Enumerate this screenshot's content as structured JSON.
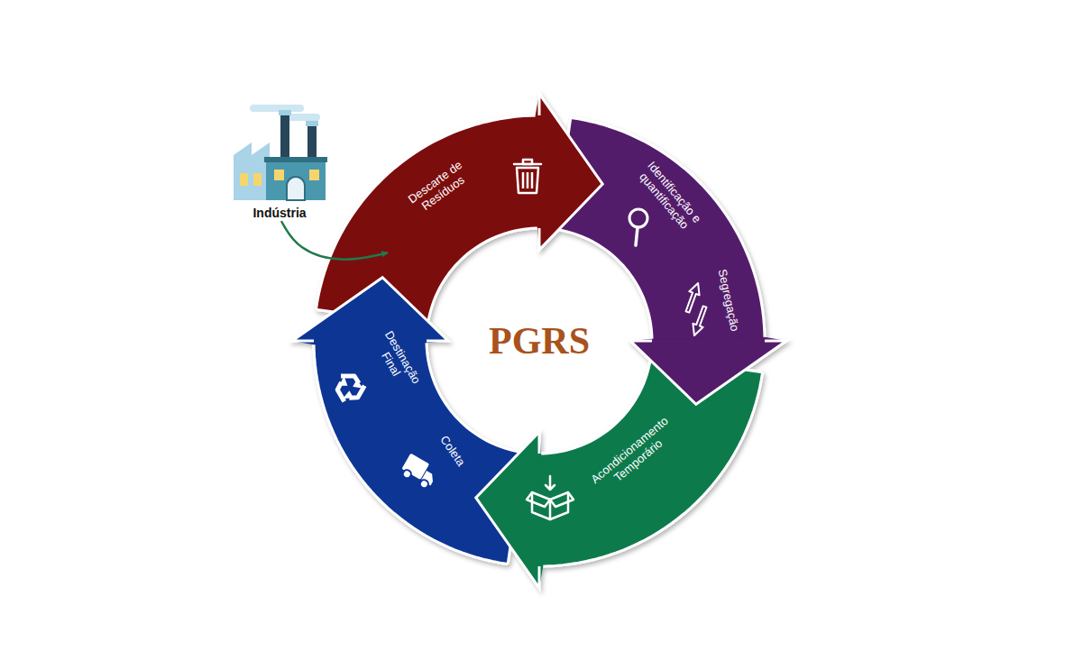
{
  "diagram": {
    "title": "PGRS",
    "nodes": [
      {
        "text": [
          "Indústria"
        ]
      },
      {
        "text": [
          "Descarte de Resíduos"
        ]
      },
      {
        "text": [
          "Identificação e quantificação",
          "Segregação"
        ]
      },
      {
        "text": [
          "Acondicionamento Temporário"
        ]
      },
      {
        "text": [
          "Destinação Final",
          "Coleta"
        ]
      }
    ],
    "edges": [
      {
        "from": 0,
        "to": 1,
        "arrow": "to"
      }
    ]
  }
}
